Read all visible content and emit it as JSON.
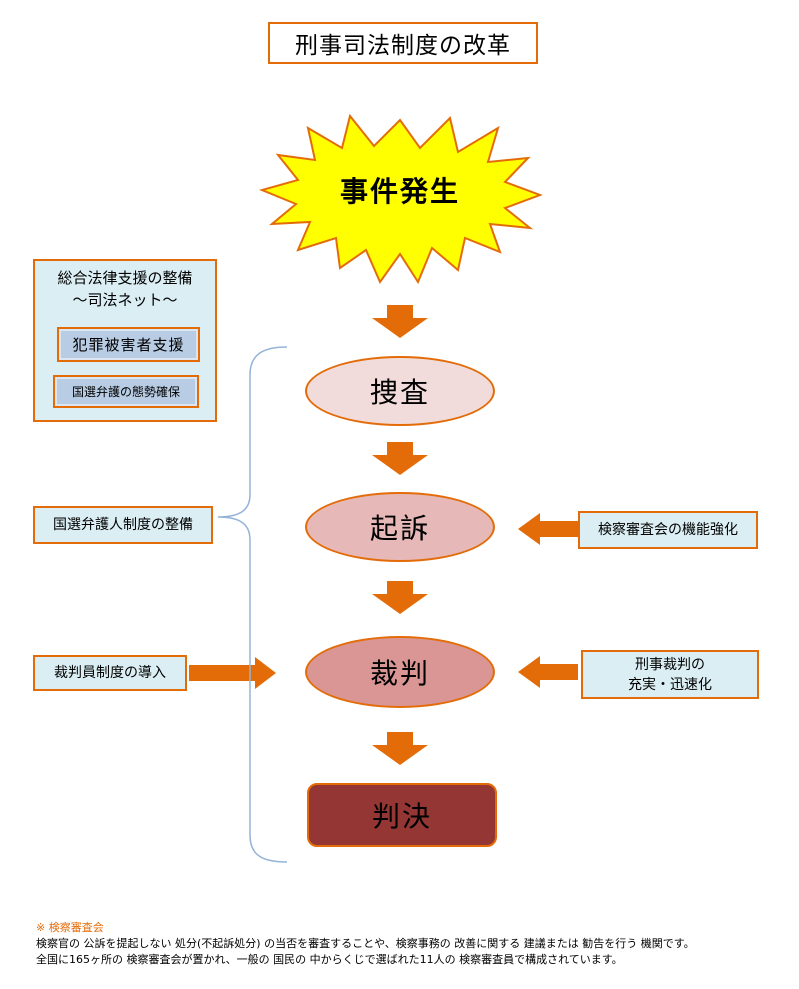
{
  "title": "刑事司法制度の改革",
  "start_event": "事件発生",
  "stages": {
    "investigation": "捜査",
    "prosecution": "起訴",
    "trial": "裁判",
    "judgment": "判決"
  },
  "left_panel": {
    "title_line1": "総合法律支援の整備",
    "title_line2": "〜司法ネット〜",
    "victim_support": "犯罪被害者支援",
    "defense_readiness": "国選弁護の態勢確保"
  },
  "side_boxes": {
    "public_defender": "国選弁護人制度の整備",
    "lay_judge": "裁判員制度の導入",
    "inquest_committee": "検察審査会の機能強化",
    "criminal_trial_line1": "刑事裁判の",
    "criminal_trial_line2": "充実・迅速化"
  },
  "footnote": {
    "title": "※ 検察審査会",
    "line1": "検察官の 公訴を提起しない 処分(不起訴処分) の当否を審査することや、検察事務の 改善に関する 建議または 勧告を行う 機関です。",
    "line2": "全国に165ヶ所の 検察審査会が置かれ、一般の 国民の 中からくじで選ばれた11人の 検察審査員で構成されています。"
  },
  "colors": {
    "accent_orange": "#e36c09",
    "burst_yellow": "#ffff00",
    "light_blue": "#dbeef4",
    "inner_blue": "#b8cce4",
    "bracket_gray": "#95b3d7",
    "stage1": "#f2dcdb",
    "stage2": "#e6b9b8",
    "stage3": "#d99694",
    "judgment": "#943634"
  }
}
